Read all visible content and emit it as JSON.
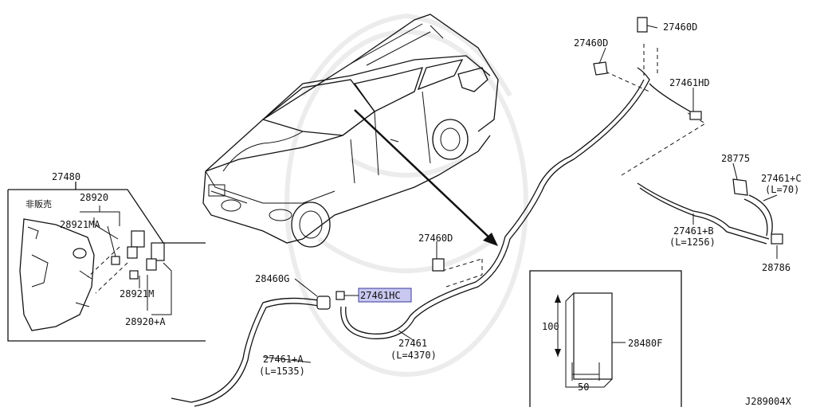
{
  "diagram": {
    "diagram_id": "J289004X",
    "highlight_color": "#c8c8f0",
    "labels": {
      "p27480": "27480",
      "not_for_sale": "非販売",
      "p28920": "28920",
      "p28921MA": "28921MA",
      "p28921M": "28921M",
      "p28920A": "28920+A",
      "p28460G": "28460G",
      "p27461HC": "27461HC",
      "p27461A": "27461+A",
      "p27461A_len": "(L=1535)",
      "p27461": "27461",
      "p27461_len": "(L=4370)",
      "p27460D_a": "27460D",
      "p27460D_b": "27460D",
      "p27460D_c": "27460D",
      "p27461HD": "27461HD",
      "p28775": "28775",
      "p27461C": "27461+C",
      "p27461C_len": "(L=70)",
      "p27461B": "27461+B",
      "p27461B_len": "(L=1256)",
      "p28786": "28786",
      "p28480F": "28480F",
      "dim_height": "100",
      "dim_width": "50"
    }
  }
}
